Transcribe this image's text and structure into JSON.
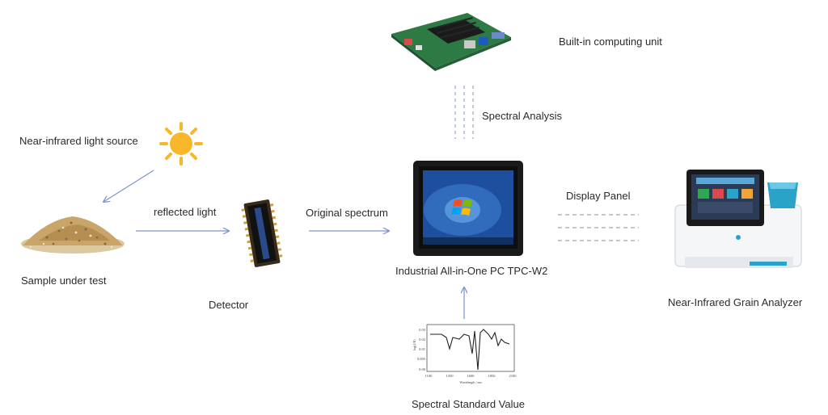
{
  "diagram": {
    "labels": {
      "light_source": "Near-infrared light source",
      "sample": "Sample under test",
      "reflected_light": "reflected light",
      "detector": "Detector",
      "original_spectrum": "Original spectrum",
      "computing_unit": "Built-in computing unit",
      "spectral_analysis": "Spectral Analysis",
      "industrial_pc": "Industrial All-in-One PC TPC-W2",
      "display_panel": "Display Panel",
      "grain_analyzer": "Near-Infrared Grain Analyzer",
      "standard_value": "Spectral Standard Value"
    },
    "colors": {
      "arrow": "#7f93cc",
      "dashed": "#9aa4c8",
      "sun": "#f8b62b",
      "sample": "#c9a56a",
      "board": "#2e7a45",
      "screen": "#1d4f9e",
      "monitor": "#1a1a1a",
      "analyzer": "#ffffff",
      "analyzer_accent": "#2aa3c9"
    },
    "icons": {
      "light_source": "sun-icon",
      "sample": "grain-pile-icon",
      "detector": "detector-chip-icon",
      "computing_unit": "motherboard-icon",
      "industrial_pc": "monitor-icon",
      "grain_analyzer": "grain-analyzer-icon",
      "standard_value": "spectrum-plot-icon"
    },
    "spectrum_plot": {
      "y_tick_labels": [
        "0.03",
        "0.02",
        "0.01",
        "0.005",
        "0.00"
      ],
      "x_tick_labels": [
        "1100",
        "1350",
        "1600",
        "1850",
        "2100"
      ]
    }
  }
}
